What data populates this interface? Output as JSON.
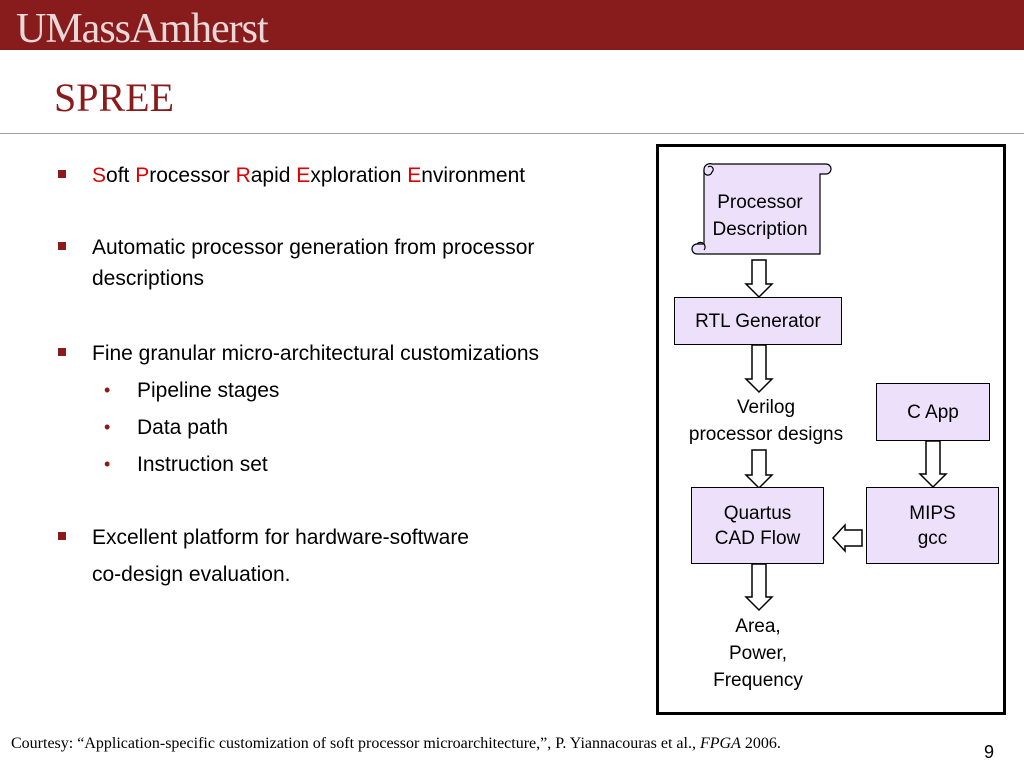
{
  "header": {
    "logo": "UMassAmherst",
    "bar_color": "#881c1c"
  },
  "slide": {
    "title": "SPREE",
    "title_color": "#8b1a1a"
  },
  "bullets": {
    "b1": {
      "parts": [
        {
          "t": "S",
          "red": true
        },
        {
          "t": "oft ",
          "red": false
        },
        {
          "t": "P",
          "red": true
        },
        {
          "t": "rocessor ",
          "red": false
        },
        {
          "t": "R",
          "red": true
        },
        {
          "t": "apid ",
          "red": false
        },
        {
          "t": "E",
          "red": true
        },
        {
          "t": "xploration ",
          "red": false
        },
        {
          "t": "E",
          "red": true
        },
        {
          "t": "nvironment",
          "red": false
        }
      ]
    },
    "b2": {
      "line1": "Automatic processor generation from processor",
      "line2": "descriptions"
    },
    "b3": {
      "text": "Fine granular micro-architectural customizations"
    },
    "sub": [
      "Pipeline stages",
      "Data path",
      "Instruction set"
    ],
    "b4": {
      "line1": "Excellent platform for hardware-software",
      "line2": "co-design evaluation."
    }
  },
  "diagram": {
    "processor_description": {
      "line1": "Processor",
      "line2": "Description"
    },
    "rtl_generator": "RTL Generator",
    "verilog": {
      "line1": "Verilog",
      "line2": "processor designs"
    },
    "c_app": "C App",
    "quartus": {
      "line1": "Quartus",
      "line2": "CAD Flow"
    },
    "mips": {
      "line1": "MIPS",
      "line2": "gcc"
    },
    "results": {
      "line1": "Area,",
      "line2": "Power,",
      "line3": "Frequency"
    },
    "box_fill": "#ece0fa"
  },
  "footer": {
    "courtesy": "Courtesy: “Application-specific customization of soft processor microarchitecture,”, P. Yiannacouras et al., ",
    "venue": "FPGA",
    "year": " 2006.",
    "page": "9"
  }
}
